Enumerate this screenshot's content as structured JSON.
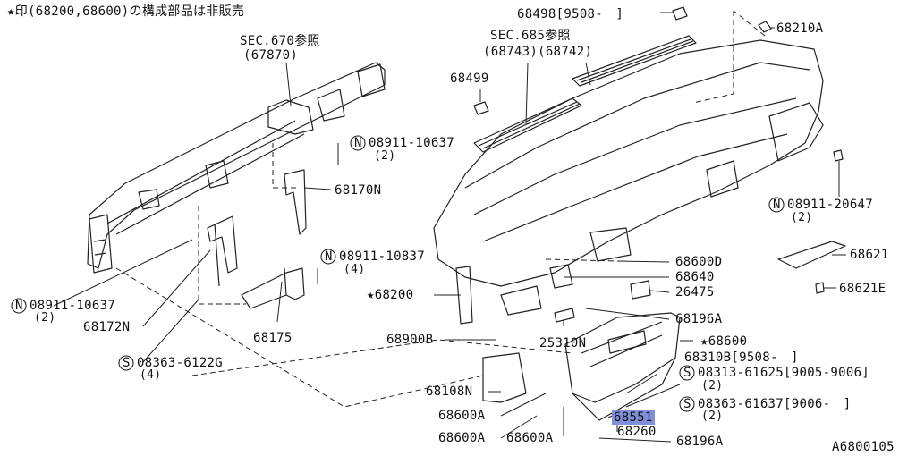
{
  "diagram": {
    "header_note": "★印(68200,68600)の構成部品は非販売",
    "figure_code": "A6800105",
    "highlight_color": "#7f8fd8",
    "callouts": {
      "sec670": "SEC.670参照",
      "sec670_ref": "(67870)",
      "sec685": "SEC.685参照",
      "sec685_ref": "(68743)(68742)",
      "p68498": "68498[9508-　]",
      "p68210A": "68210A",
      "p68499": "68499",
      "n0891110637_top": "08911-10637",
      "n0891110637_top_qty": "(2)",
      "p68170N": "68170N",
      "n0891120647": "08911-20647",
      "n0891120647_qty": "(2)",
      "p68621": "68621",
      "p68621E": "68621E",
      "n0891110837": "08911-10837",
      "n0891110837_qty": "(4)",
      "n0891110637_left": "08911-10637",
      "n0891110637_left_qty": "(2)",
      "p68172N": "68172N",
      "p68175": "68175",
      "p68200": "★68200",
      "p68600D": "68600D",
      "p68640": "68640",
      "p26475": "26475",
      "p68196A_top": "68196A",
      "p68900B": "68900B",
      "p25310N": "25310N",
      "p68600": "★68600",
      "p68310B": "68310B[9508-　]",
      "s0836361226": "08363-6122G",
      "s0836361226_qty": "(4)",
      "s0831361625": "08313-61625[9005-9006]",
      "s0831361625_qty": "(2)",
      "s0836361637": "08363-61637[9006-　]",
      "s0836361637_qty": "(2)",
      "p68108N": "68108N",
      "p68600A_1": "68600A",
      "p68600A_2": "68600A",
      "p68600A_3": "68600A",
      "p68551": "68551",
      "p68260": "68260",
      "p68196A_bottom": "68196A"
    },
    "symbols": {
      "nut": "N",
      "screw": "S"
    }
  }
}
